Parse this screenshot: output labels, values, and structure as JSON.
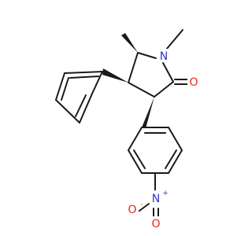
{
  "molecule": {
    "atoms": {
      "n_ring": "N",
      "o_carbonyl": "O",
      "n_nitro": "N",
      "n_nitro_charge": "+",
      "o_nitro_minus": "O",
      "o_nitro_minus_charge": "-",
      "o_nitro": "O"
    },
    "colors": {
      "bond": "#1a1a1a",
      "nitrogen": "#3333cc",
      "oxygen": "#ee2222"
    }
  }
}
